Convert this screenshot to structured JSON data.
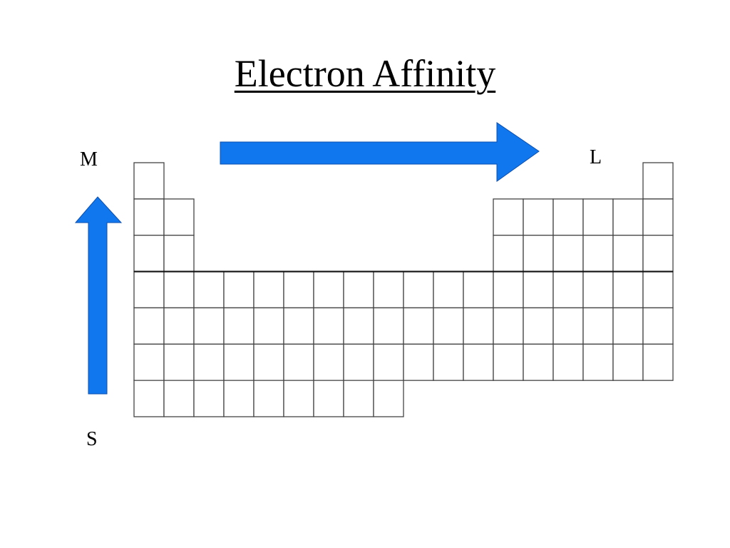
{
  "title": "Electron Affinity",
  "labels": {
    "top_left": "M",
    "top_right": "L",
    "bottom_left": "S"
  },
  "arrows": {
    "horizontal": {
      "icon": "arrow-right-icon",
      "direction": "left-to-right"
    },
    "vertical": {
      "icon": "arrow-up-icon",
      "direction": "bottom-to-top"
    }
  },
  "colors": {
    "arrow_fill": "#1177ee",
    "grid_line": "#444444"
  },
  "periodic_table": {
    "periods": 7,
    "groups": 18,
    "layout": [
      [
        1,
        18
      ],
      [
        1,
        2,
        13,
        14,
        15,
        16,
        17,
        18
      ],
      [
        1,
        2,
        13,
        14,
        15,
        16,
        17,
        18
      ],
      [
        1,
        2,
        3,
        4,
        5,
        6,
        7,
        8,
        9,
        10,
        11,
        12,
        13,
        14,
        15,
        16,
        17,
        18
      ],
      [
        1,
        2,
        3,
        4,
        5,
        6,
        7,
        8,
        9,
        10,
        11,
        12,
        13,
        14,
        15,
        16,
        17,
        18
      ],
      [
        1,
        2,
        3,
        4,
        5,
        6,
        7,
        8,
        9,
        10,
        11,
        12,
        13,
        14,
        15,
        16,
        17,
        18
      ],
      [
        1,
        2,
        3,
        4,
        5,
        6,
        7,
        8,
        9
      ]
    ]
  }
}
